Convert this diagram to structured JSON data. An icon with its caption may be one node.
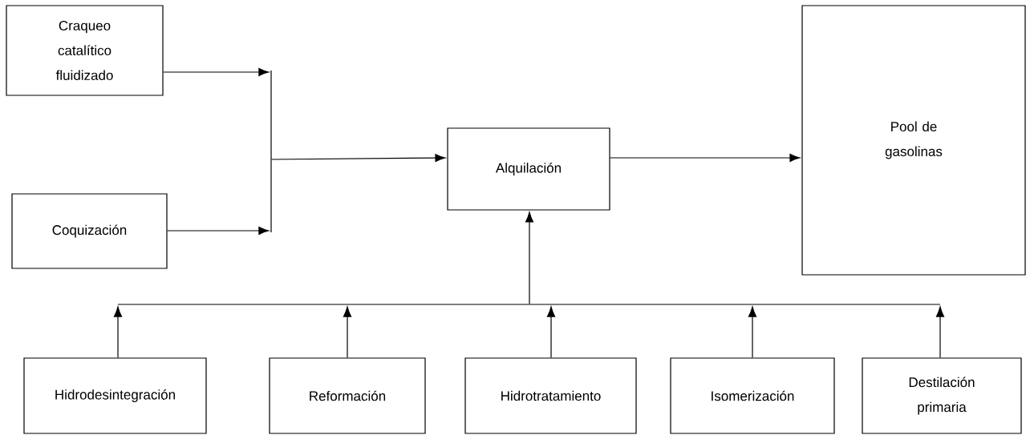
{
  "diagram": {
    "nodes": [
      {
        "text": [
          "Craqueo catalítico fluidizado"
        ]
      },
      {
        "text": [
          "Coquización"
        ]
      },
      {
        "text": [],
        "shape": "bar"
      },
      {
        "text": [
          "Alquilación"
        ]
      },
      {
        "text": [
          "Pool de gasolinas"
        ]
      },
      {
        "text": [],
        "shape": "bar"
      },
      {
        "text": [
          "Hidrodesintegración"
        ]
      },
      {
        "text": [
          "Reformación"
        ]
      },
      {
        "text": [
          "Hidrotratamiento"
        ]
      },
      {
        "text": [
          "Isomerización"
        ]
      },
      {
        "text": [
          "Destilación primaria"
        ]
      }
    ],
    "edges": [
      {
        "from": 0,
        "to": 2,
        "arrow": "to"
      },
      {
        "from": 1,
        "to": 2,
        "arrow": "to"
      },
      {
        "from": 2,
        "to": 3,
        "arrow": "to"
      },
      {
        "from": 3,
        "to": 4,
        "arrow": "to"
      },
      {
        "from": 5,
        "to": 3,
        "arrow": "to"
      },
      {
        "from": 6,
        "to": 5,
        "arrow": "to"
      },
      {
        "from": 7,
        "to": 5,
        "arrow": "to"
      },
      {
        "from": 8,
        "to": 5,
        "arrow": "to"
      },
      {
        "from": 9,
        "to": 5,
        "arrow": "to"
      },
      {
        "from": 10,
        "to": 5,
        "arrow": "to"
      }
    ]
  }
}
